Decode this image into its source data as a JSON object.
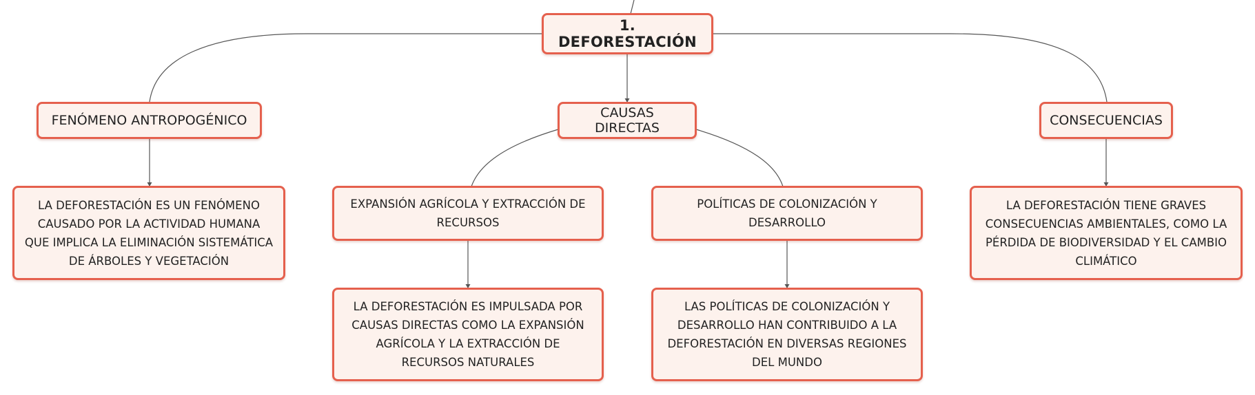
{
  "root": {
    "label": "1. DEFORESTACIÓN"
  },
  "branches": {
    "antropogenico": {
      "label": "FENÓMENO ANTROPOGÉNICO",
      "detail": "LA DEFORESTACIÓN ES UN FENÓMENO CAUSADO POR LA ACTIVIDAD HUMANA QUE IMPLICA LA ELIMINACIÓN SISTEMÁTICA DE ÁRBOLES Y VEGETACIÓN"
    },
    "causas": {
      "label": "CAUSAS DIRECTAS",
      "children": [
        {
          "label": "EXPANSIÓN AGRÍCOLA Y EXTRACCIÓN DE RECURSOS",
          "detail": "LA DEFORESTACIÓN ES IMPULSADA POR CAUSAS DIRECTAS COMO LA EXPANSIÓN AGRÍCOLA Y LA EXTRACCIÓN DE RECURSOS NATURALES"
        },
        {
          "label": "POLÍTICAS DE COLONIZACIÓN Y DESARROLLO",
          "detail": "LAS POLÍTICAS DE COLONIZACIÓN Y DESARROLLO HAN CONTRIBUIDO A LA DEFORESTACIÓN EN DIVERSAS REGIONES DEL MUNDO"
        }
      ]
    },
    "consecuencias": {
      "label": "CONSECUENCIAS",
      "detail": "LA DEFORESTACIÓN TIENE GRAVES CONSECUENCIAS AMBIENTALES, COMO LA PÉRDIDA DE BIODIVERSIDAD Y EL CAMBIO CLIMÁTICO"
    }
  },
  "colors": {
    "node_border": "#e5604d",
    "node_fill": "#fdf2ed",
    "connector": "#555555",
    "text": "#222222"
  }
}
